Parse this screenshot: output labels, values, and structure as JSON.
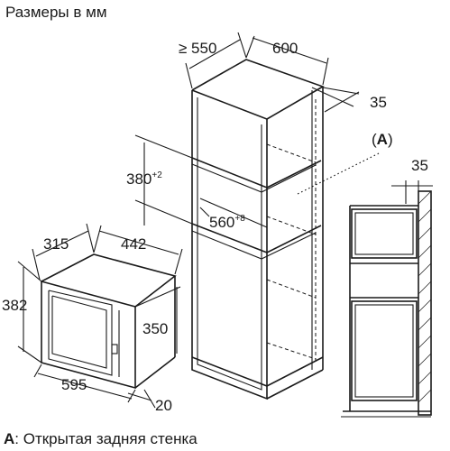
{
  "header": {
    "title": "Размеры в мм"
  },
  "footer": {
    "legend_key": "A",
    "legend_text": ": Открытая задняя стенка"
  },
  "callout": {
    "open": "(",
    "key": "A",
    "close": ")"
  },
  "dims": {
    "cab_depth": "≥ 550",
    "cab_width": "600",
    "back_gap": "35",
    "side_gap": "35",
    "niche_height": "380",
    "niche_height_tol": "+2",
    "niche_width": "560",
    "niche_width_tol": "+8",
    "mw_depth": "315",
    "mw_width_top": "442",
    "mw_height": "382",
    "mw_inner_height": "350",
    "mw_width": "595",
    "mw_front": "20"
  }
}
